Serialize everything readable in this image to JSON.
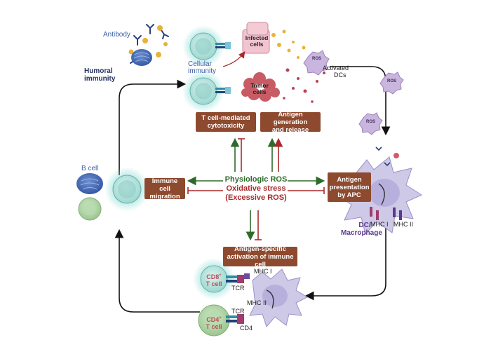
{
  "labels": {
    "antibody": "Antibody",
    "humoral": [
      "Humoral",
      "immunity"
    ],
    "cellular": [
      "Cellular",
      "immunity"
    ],
    "infected": [
      "Infected",
      "cells"
    ],
    "tumor": [
      "Tumor",
      "cells"
    ],
    "activated_dcs": [
      "Activated",
      "DCs"
    ],
    "ros": "ROS",
    "b_cell": "B cell",
    "dc_macrophage": [
      "DC/",
      "Macrophage"
    ],
    "mhc_i": "MHC I",
    "mhc_ii": "MHC II",
    "cd8": [
      "CD8",
      "T cell"
    ],
    "cd8_sup": "+",
    "cd4": [
      "CD4",
      "T cell"
    ],
    "cd4_sup": "+",
    "tcr": "TCR",
    "cd4_label": "CD4"
  },
  "boxes": {
    "tcell_cytotoxicity": [
      "T cell-mediated",
      "cytotoxicity"
    ],
    "antigen_generation": [
      "Antigen generation",
      "and release"
    ],
    "immune_migration": [
      "Immune cell",
      "migration"
    ],
    "antigen_presentation": [
      "Antigen",
      "presentation",
      "by APC"
    ],
    "antigen_specific": [
      "Antigen-specific",
      "activation of immune cell"
    ]
  },
  "center": {
    "physiologic": "Physiologic ROS",
    "oxidative": "Oxidative stress",
    "excessive": "(Excessive ROS)"
  },
  "colors": {
    "box_brown": "#8e4a2e",
    "arrow_green": "#2e6b2a",
    "arrow_red": "#a8282b",
    "cell_glow": "#7fd8d0",
    "cycle_line": "#111111"
  }
}
